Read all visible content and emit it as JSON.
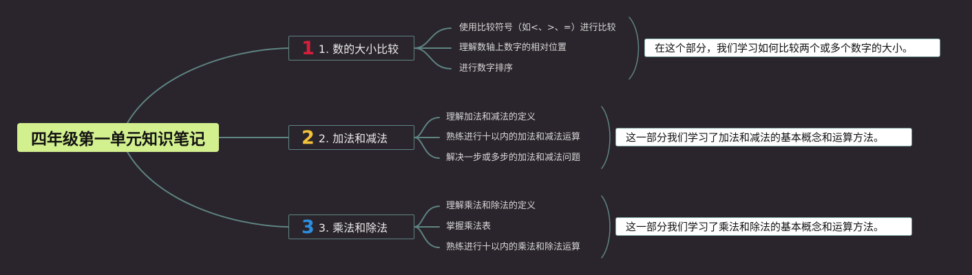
{
  "root": {
    "title": "四年级第一单元知识笔记"
  },
  "colors": {
    "background": "#2a252c",
    "root_fill": "#d3f08f",
    "connector": "#5f8584",
    "badge_1": "#d81e3c",
    "badge_2": "#f2c23a",
    "badge_3": "#2b8fe0"
  },
  "topics": [
    {
      "number": "1",
      "label": "1. 数的大小比较",
      "items": [
        "使用比较符号（如<、>、=）进行比较",
        "理解数轴上数字的相对位置",
        "进行数字排序"
      ],
      "summary": "在这个部分，我们学习如何比较两个或多个数字的大小。"
    },
    {
      "number": "2",
      "label": "2. 加法和减法",
      "items": [
        "理解加法和减法的定义",
        "熟练进行十以内的加法和减法运算",
        "解决一步或多步的加法和减法问题"
      ],
      "summary": "这一部分我们学习了加法和减法的基本概念和运算方法。"
    },
    {
      "number": "3",
      "label": "3. 乘法和除法",
      "items": [
        "理解乘法和除法的定义",
        "掌握乘法表",
        "熟练进行十以内的乘法和除法运算"
      ],
      "summary": "这一部分我们学习了乘法和除法的基本概念和运算方法。"
    }
  ]
}
